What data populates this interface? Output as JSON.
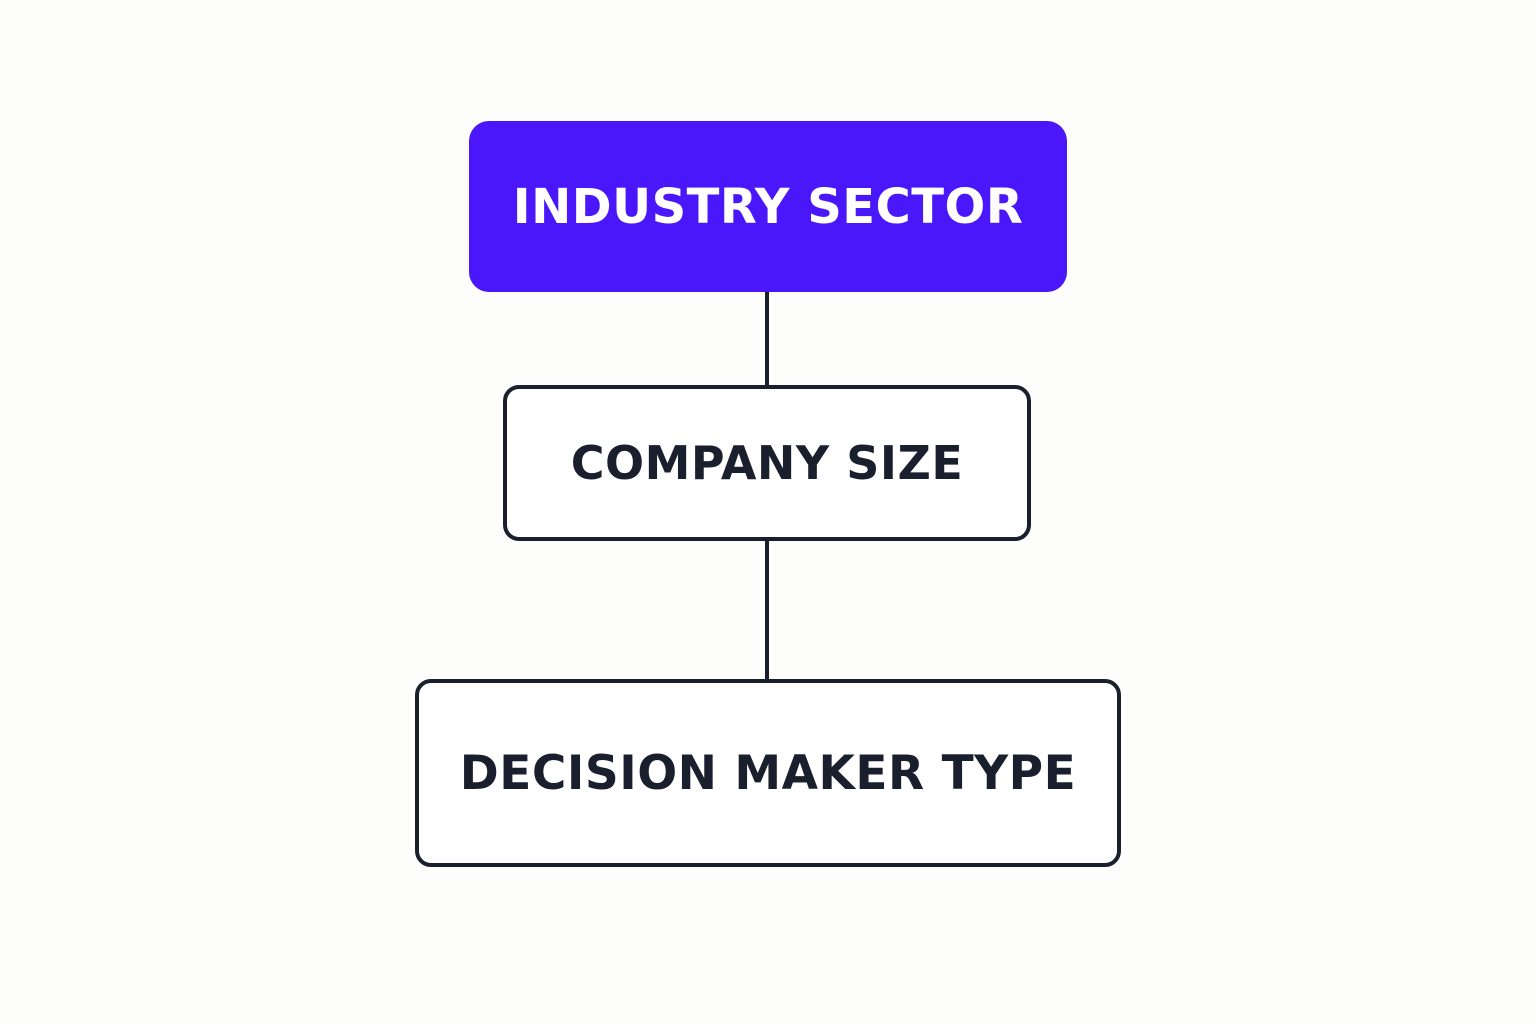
{
  "diagram": {
    "nodes": [
      {
        "id": "industry-sector",
        "label": "INDUSTRY SECTOR",
        "fill": "#4a17fb",
        "text_color": "#ffffff"
      },
      {
        "id": "company-size",
        "label": "COMPANY SIZE",
        "fill": "#ffffff",
        "text_color": "#1a1f2e",
        "border_color": "#1a1f2e"
      },
      {
        "id": "decision-maker-type",
        "label": "DECISION MAKER TYPE",
        "fill": "#ffffff",
        "text_color": "#1a1f2e",
        "border_color": "#1a1f2e"
      }
    ],
    "edges": [
      {
        "from": "industry-sector",
        "to": "company-size"
      },
      {
        "from": "company-size",
        "to": "decision-maker-type"
      }
    ],
    "colors": {
      "accent": "#4a17fb",
      "ink": "#1a1f2e",
      "background": "#fdfdfb"
    }
  }
}
